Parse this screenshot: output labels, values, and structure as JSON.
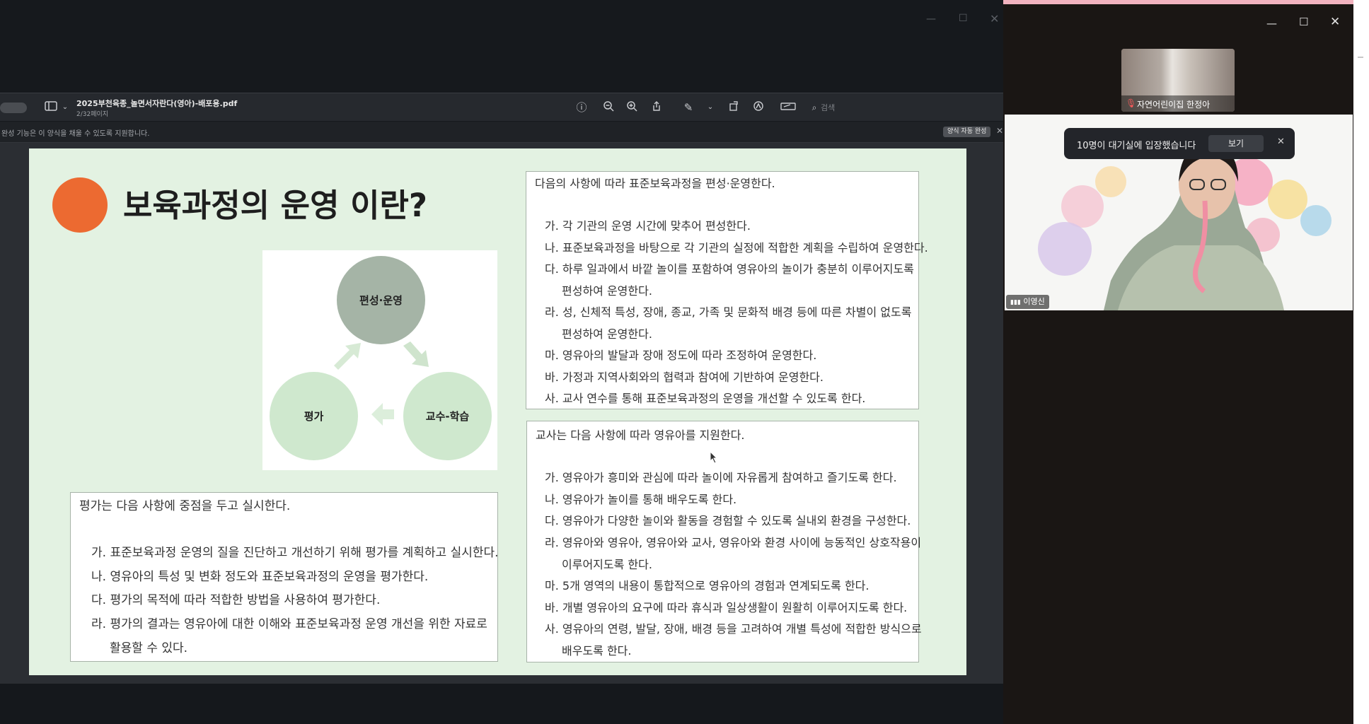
{
  "viewer": {
    "file_name": "2025부천육종_놀면서자란다(영아)-배포용.pdf",
    "page_info": "2/32페이지",
    "search_placeholder": "검색",
    "form_notice": "완성 기능은 이 양식을 채울 수 있도록 지원합니다.",
    "form_button": "양식 자동 완성"
  },
  "slide": {
    "title": "보육과정의 운영 이란?",
    "accent_color": "#ec6a31",
    "cycle": {
      "top": "편성·운영",
      "left": "평가",
      "right": "교수-학습"
    },
    "box_operation": {
      "heading": "다음의 사항에 따라 표준보육과정을 편성·운영한다.",
      "lines": [
        "가. 각 기관의 운영 시간에 맞추어 편성한다.",
        "나. 표준보육과정을 바탕으로 각 기관의 실정에 적합한 계획을 수립하여 운영한다.",
        "다. 하루 일과에서 바깥 놀이를 포함하여 영유아의 놀이가 충분히 이루어지도록",
        "편성하여 운영한다.",
        "라. 성, 신체적 특성, 장애, 종교, 가족 및 문화적 배경 등에 따른 차별이 없도록",
        "편성하여 운영한다.",
        "마. 영유아의 발달과 장애 정도에 따라 조정하여 운영한다.",
        "바. 가정과 지역사회와의 협력과 참여에 기반하여 운영한다.",
        "사. 교사 연수를 통해 표준보육과정의 운영을 개선할 수 있도록 한다."
      ]
    },
    "box_teacher": {
      "heading": "교사는 다음 사항에 따라 영유아를 지원한다.",
      "lines": [
        "가. 영유아가 흥미와 관심에 따라 놀이에 자유롭게 참여하고 즐기도록 한다.",
        "나. 영유아가 놀이를 통해 배우도록 한다.",
        "다. 영유아가 다양한 놀이와 활동을 경험할 수 있도록 실내외 환경을 구성한다.",
        "라. 영유아와 영유아, 영유아와 교사, 영유아와 환경 사이에 능동적인 상호작용이",
        "이루어지도록 한다.",
        "마. 5개 영역의 내용이 통합적으로 영유아의 경험과 연계되도록 한다.",
        "바. 개별 영유아의 요구에 따라 휴식과 일상생활이 원활히 이루어지도록 한다.",
        "사. 영유아의 연령, 발달, 장애, 배경 등을 고려하여 개별 특성에 적합한 방식으로",
        "배우도록 한다."
      ]
    },
    "box_eval": {
      "heading": "평가는 다음 사항에 중점을 두고 실시한다.",
      "lines": [
        "가. 표준보육과정 운영의 질을 진단하고 개선하기 위해 평가를 계획하고 실시한다.",
        "나. 영유아의 특성 및 변화 정도와 표준보육과정의 운영을 평가한다.",
        "다. 평가의 목적에 따라 적합한 방법을 사용하여 평가한다.",
        "라. 평가의 결과는 영유아에 대한 이해와 표준보육과정 운영 개선을 위한 자료로",
        "활용할 수 있다."
      ]
    }
  },
  "meeting": {
    "small_participant": "자연어린이집 한정아",
    "large_participant": "이영신",
    "toast_text": "10명이 대기실에 입장했습니다",
    "toast_button": "보기"
  }
}
